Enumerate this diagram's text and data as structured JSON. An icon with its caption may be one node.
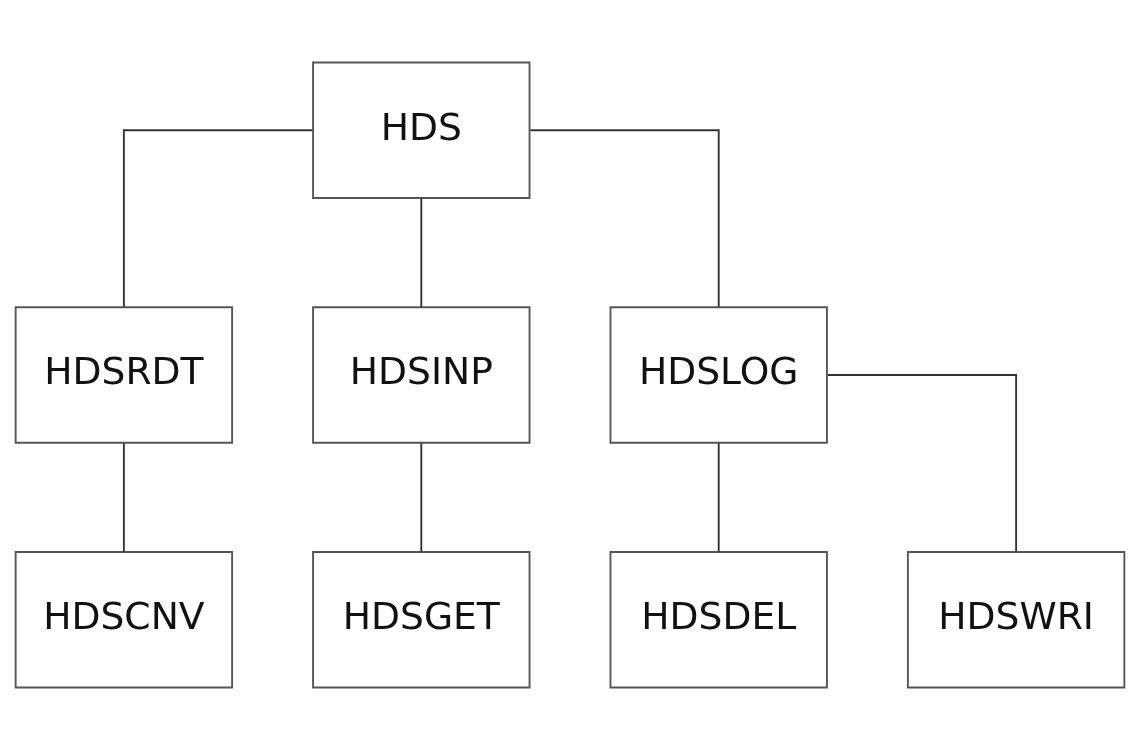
{
  "diagram": {
    "nodes": [
      {
        "text": [
          "HDS"
        ]
      },
      {
        "text": [
          "HDSRDT"
        ]
      },
      {
        "text": [
          "HDSINP"
        ]
      },
      {
        "text": [
          "HDSLOG"
        ]
      },
      {
        "text": [
          "HDSCNV"
        ]
      },
      {
        "text": [
          "HDSGET"
        ]
      },
      {
        "text": [
          "HDSDEL"
        ]
      },
      {
        "text": [
          "HDSWRI"
        ]
      }
    ],
    "edges": [
      {
        "from": 0,
        "to": 1,
        "arrow": "none"
      },
      {
        "from": 0,
        "to": 2,
        "arrow": "none"
      },
      {
        "from": 0,
        "to": 3,
        "arrow": "none"
      },
      {
        "from": 1,
        "to": 4,
        "arrow": "none"
      },
      {
        "from": 2,
        "to": 5,
        "arrow": "none"
      },
      {
        "from": 3,
        "to": 6,
        "arrow": "none"
      },
      {
        "from": 3,
        "to": 7,
        "arrow": "none"
      }
    ]
  }
}
